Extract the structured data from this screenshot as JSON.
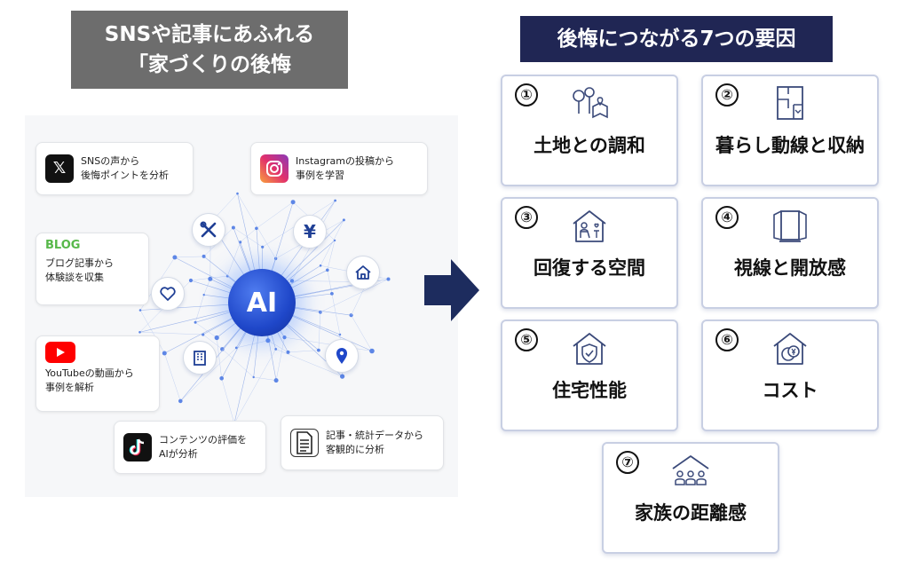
{
  "left_title": {
    "line1": "SNSや記事にあふれる",
    "line2": "「家づくりの後悔"
  },
  "right_title": "後悔につながる7つの要因",
  "ai_label": "AI",
  "sources": {
    "x": {
      "logo": "𝕏",
      "line1": "SNSの声から",
      "line2": "後悔ポイントを分析",
      "color": "#111111"
    },
    "instagram": {
      "line1": "Instagramの投稿から",
      "line2": "事例を学習"
    },
    "blog": {
      "logo": "BLOG",
      "line1": "ブログ記事から",
      "line2": "体験談を収集"
    },
    "youtube": {
      "line1": "YouTubeの動画から",
      "line2": "事例を解析",
      "color": "#ff0000"
    },
    "tiktok": {
      "line1": "コンテンツの評価を",
      "line2": "AIが分析",
      "color": "#111111"
    },
    "document": {
      "line1": "記事・統計データから",
      "line2": "客観的に分析"
    }
  },
  "nodes": [
    {
      "icon": "tools-icon"
    },
    {
      "icon": "yen-icon",
      "glyph": "¥"
    },
    {
      "icon": "heart-icon"
    },
    {
      "icon": "home-icon"
    },
    {
      "icon": "building-icon"
    },
    {
      "icon": "location-pin-icon"
    }
  ],
  "factors": [
    {
      "num": "①",
      "label": "土地との調和",
      "icon": "land-icon"
    },
    {
      "num": "②",
      "label": "暮らし動線と収納",
      "icon": "floorplan-icon"
    },
    {
      "num": "③",
      "label": "回復する空間",
      "icon": "relax-room-icon"
    },
    {
      "num": "④",
      "label": "視線と開放感",
      "icon": "window-icon"
    },
    {
      "num": "⑤",
      "label": "住宅性能",
      "icon": "house-shield-icon"
    },
    {
      "num": "⑥",
      "label": "コスト",
      "icon": "house-cost-icon"
    },
    {
      "num": "⑦",
      "label": "家族の距離感",
      "icon": "family-icon"
    }
  ],
  "colors": {
    "ai_blue": "#1f47c9",
    "navy": "#202654",
    "gray_title": "#6d6d6d"
  }
}
